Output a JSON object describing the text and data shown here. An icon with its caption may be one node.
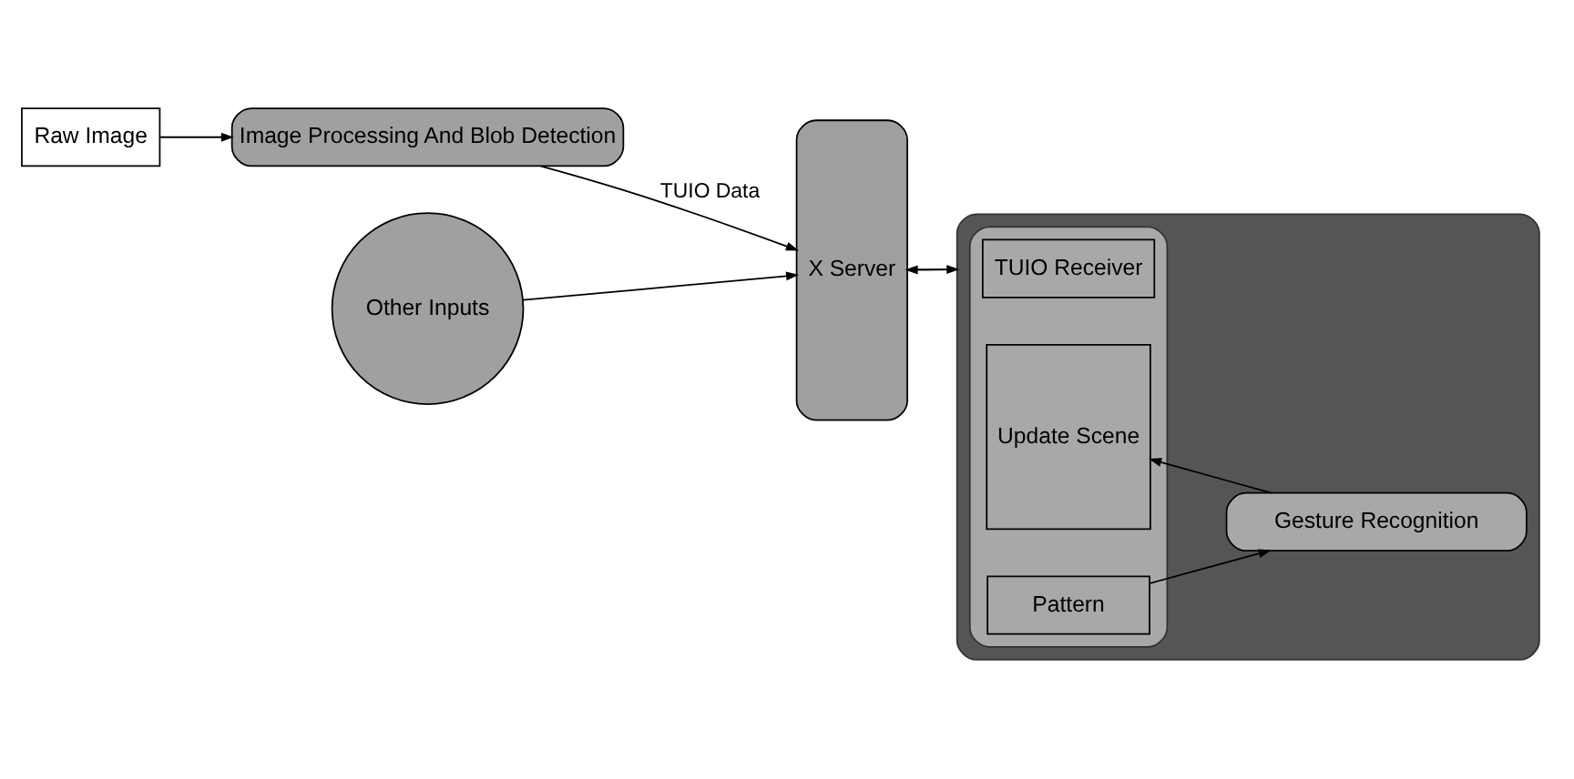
{
  "diagram": {
    "nodes": [
      {
        "text": [
          "Raw Image"
        ]
      },
      {
        "text": [
          "Image Processing And Blob Detection"
        ]
      },
      {
        "text": [
          "Other Inputs"
        ]
      },
      {
        "text": [
          "X Server"
        ]
      },
      {
        "text": [],
        "shape": "box"
      },
      {
        "text": [],
        "shape": "box",
        "in": 4
      },
      {
        "text": [
          "TUIO Receiver"
        ],
        "in": 5
      },
      {
        "text": [
          "Pattern"
        ],
        "in": 5
      },
      {
        "text": [
          "Update Scene"
        ],
        "in": 5
      },
      {
        "text": [
          "Gesture Recognition"
        ],
        "in": 4
      }
    ],
    "edges": [
      {
        "from": 0,
        "to": 1,
        "arrow": "to"
      },
      {
        "from": 1,
        "to": 3,
        "arrow": "to",
        "label": "TUIO Data"
      },
      {
        "from": 2,
        "to": 3,
        "arrow": "to"
      },
      {
        "from": 3,
        "to": 4,
        "arrow": "to"
      },
      {
        "from": 4,
        "to": 3,
        "arrow": "to"
      },
      {
        "from": 7,
        "to": 9,
        "arrow": "to"
      },
      {
        "from": 9,
        "to": 8,
        "arrow": "to"
      }
    ]
  }
}
